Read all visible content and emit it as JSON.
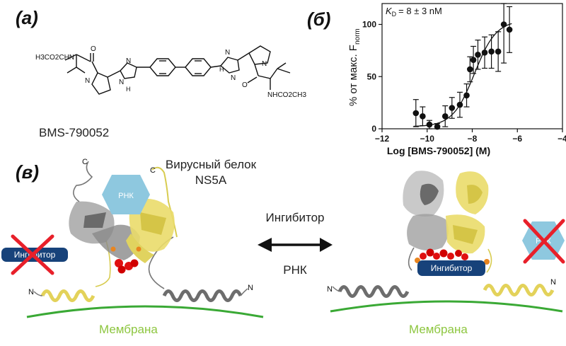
{
  "panels": {
    "a": {
      "label": "(а)",
      "compound": "BMS-790052"
    },
    "b": {
      "label": "(б)"
    },
    "c": {
      "label": "(в)"
    }
  },
  "chemistry": {
    "left_group": "H3CO2CHN",
    "right_group": "NHCO2CH3",
    "atoms": [
      "N",
      "N",
      "H",
      "O",
      "N",
      "N",
      "H",
      "O",
      "N",
      "N"
    ]
  },
  "chart_data": {
    "type": "scatter",
    "xlabel": "Log [BMS-790052] (M)",
    "ylabel": "% от макс. F",
    "ylabel_sub": "norm",
    "annotation": "K",
    "annotation_sub": "D",
    "annotation_value": "= 8 ± 3 nM",
    "xlim": [
      -12,
      -4
    ],
    "ylim": [
      0,
      120
    ],
    "xticks": [
      -12,
      -10,
      -8,
      -6,
      -4
    ],
    "yticks": [
      0,
      50,
      100
    ],
    "points": [
      {
        "x": -10.5,
        "y": 15,
        "err": 13
      },
      {
        "x": -10.2,
        "y": 12,
        "err": 9
      },
      {
        "x": -9.9,
        "y": 4,
        "err": 4
      },
      {
        "x": -9.55,
        "y": 2,
        "err": 3
      },
      {
        "x": -9.2,
        "y": 12,
        "err": 10
      },
      {
        "x": -8.9,
        "y": 20,
        "err": 10
      },
      {
        "x": -8.55,
        "y": 23,
        "err": 12
      },
      {
        "x": -8.25,
        "y": 32,
        "err": 11
      },
      {
        "x": -8.1,
        "y": 57,
        "err": 12
      },
      {
        "x": -7.95,
        "y": 66,
        "err": 13
      },
      {
        "x": -7.75,
        "y": 71,
        "err": 14
      },
      {
        "x": -7.45,
        "y": 73,
        "err": 15
      },
      {
        "x": -7.15,
        "y": 74,
        "err": 16
      },
      {
        "x": -6.85,
        "y": 74,
        "err": 19
      },
      {
        "x": -6.6,
        "y": 100,
        "err": 37
      },
      {
        "x": -6.35,
        "y": 95,
        "err": 22
      }
    ],
    "curve": {
      "bottom": 2,
      "top": 104,
      "log_ec50": -7.9,
      "hill": 0.9
    }
  },
  "diagram": {
    "left_caption": "Вирусный белок\nNS5A",
    "rna_hex": "РНК",
    "inhibitor_left": "Ингибитор",
    "inhibitor_bound": "Ингибитор",
    "rna_crossed": "РНК",
    "arrow_top": "Ингибитор",
    "arrow_bottom": "РНК",
    "membrane": "Мембрана",
    "terminal_c": "C",
    "terminal_n": "N",
    "colors": {
      "rna": "#8ec8df",
      "inhibitor": "#17427a",
      "cross": "#e8202a",
      "membrane": "#3aa935",
      "membrane_text": "#8dc63f",
      "helix_yellow": "#eadc6a",
      "helix_gray": "#6d6d6d",
      "red_atoms": "#e01010"
    }
  }
}
